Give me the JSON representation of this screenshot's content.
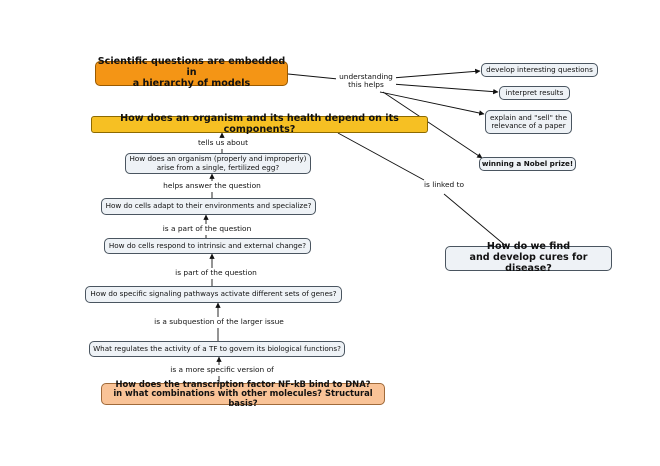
{
  "nodes": {
    "hierarchy": "Scientific questions are embedded in\na hierarchy of models",
    "organism": "How does an organism and its health depend on its components?",
    "develop": "develop interesting questions",
    "interpret": "interpret results",
    "explain": "explain and \"sell\" the\nrelevance of a paper",
    "nobel": "winning a Nobel prize!",
    "cures": "How do we find\nand develop cures for disease?",
    "egg": "How does an organism (properly and improperly)\narise from a single, fertilized egg?",
    "adapt": "How do cells adapt to their environments and specialize?",
    "respond": "How do cells respond to intrinsic and external change?",
    "pathways": "How do specific signaling pathways activate different sets of genes?",
    "tf": "What regulates the activity of a TF to govern its biological functions?",
    "nfkb": "How does the transcription factor NF-kB bind to DNA?\nin what combinations with other molecules? Structural basis?"
  },
  "links": {
    "understanding": "understanding\nthis helps",
    "tells": "tells us about",
    "linked": "is linked to",
    "helps_answer": "helps answer the question",
    "part_of_question": "is a part of the question",
    "part_of": "is part of the question",
    "subquestion": "is a subquestion of the larger issue",
    "specific_version": "is a more specific version of"
  }
}
